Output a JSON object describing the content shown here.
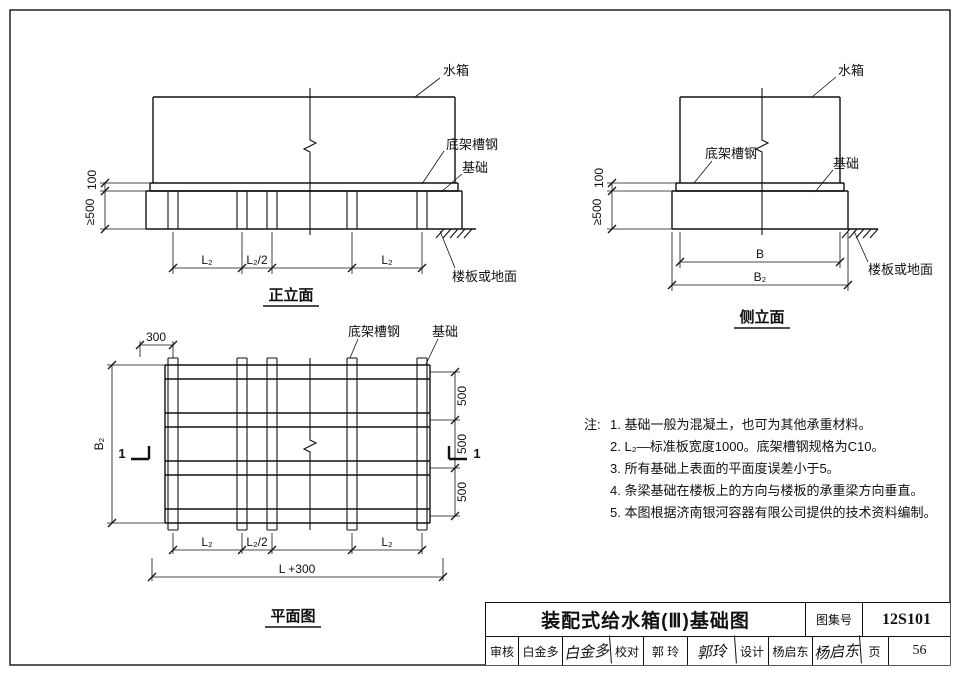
{
  "sheet": {
    "front_elevation": {
      "title": "正立面",
      "water_tank": "水箱",
      "channel": "底架槽钢",
      "foundation": "基础",
      "floor": "楼板或地面",
      "dim_height_top": "100",
      "dim_height": "≥500",
      "dim_l2": "L₂",
      "dim_l2_half": "L₂/2"
    },
    "side_elevation": {
      "title": "侧立面",
      "water_tank": "水箱",
      "channel": "底架槽钢",
      "foundation": "基础",
      "floor": "楼板或地面",
      "dim_height_top": "100",
      "dim_height": "≥500",
      "dim_b": "B",
      "dim_b2": "B₂"
    },
    "plan": {
      "title": "平面图",
      "channel": "底架槽钢",
      "foundation": "基础",
      "dim_300": "300",
      "dim_b2": "B₂",
      "dim_500": "500",
      "dim_l2": "L₂",
      "dim_l2_half": "L₂/2",
      "dim_l_plus_300": "L +300",
      "section_no": "1"
    },
    "notes": {
      "prefix": "注:",
      "items": [
        "1. 基础一般为混凝土，也可为其他承重材料。",
        "2. L₂—标准板宽度1000。底架槽钢规格为C10。",
        "3. 所有基础上表面的平面度误差小于5。",
        "4. 条梁基础在楼板上的方向与楼板的承重梁方向垂直。",
        "5. 本图根据济南银河容器有限公司提供的技术资料编制。"
      ]
    },
    "title_block": {
      "drawing_title": "装配式给水箱(Ⅲ)基础图",
      "atlas_label": "图集号",
      "atlas_number": "12S101",
      "page_label": "页",
      "page_number": "56",
      "review_label": "审核",
      "review_name": "白金多",
      "review_signature": "白金多",
      "check_label": "校对",
      "check_name": "郭 玲",
      "check_signature": "郭玲",
      "design_label": "设计",
      "design_name": "杨启东",
      "design_signature": "杨启东"
    }
  }
}
